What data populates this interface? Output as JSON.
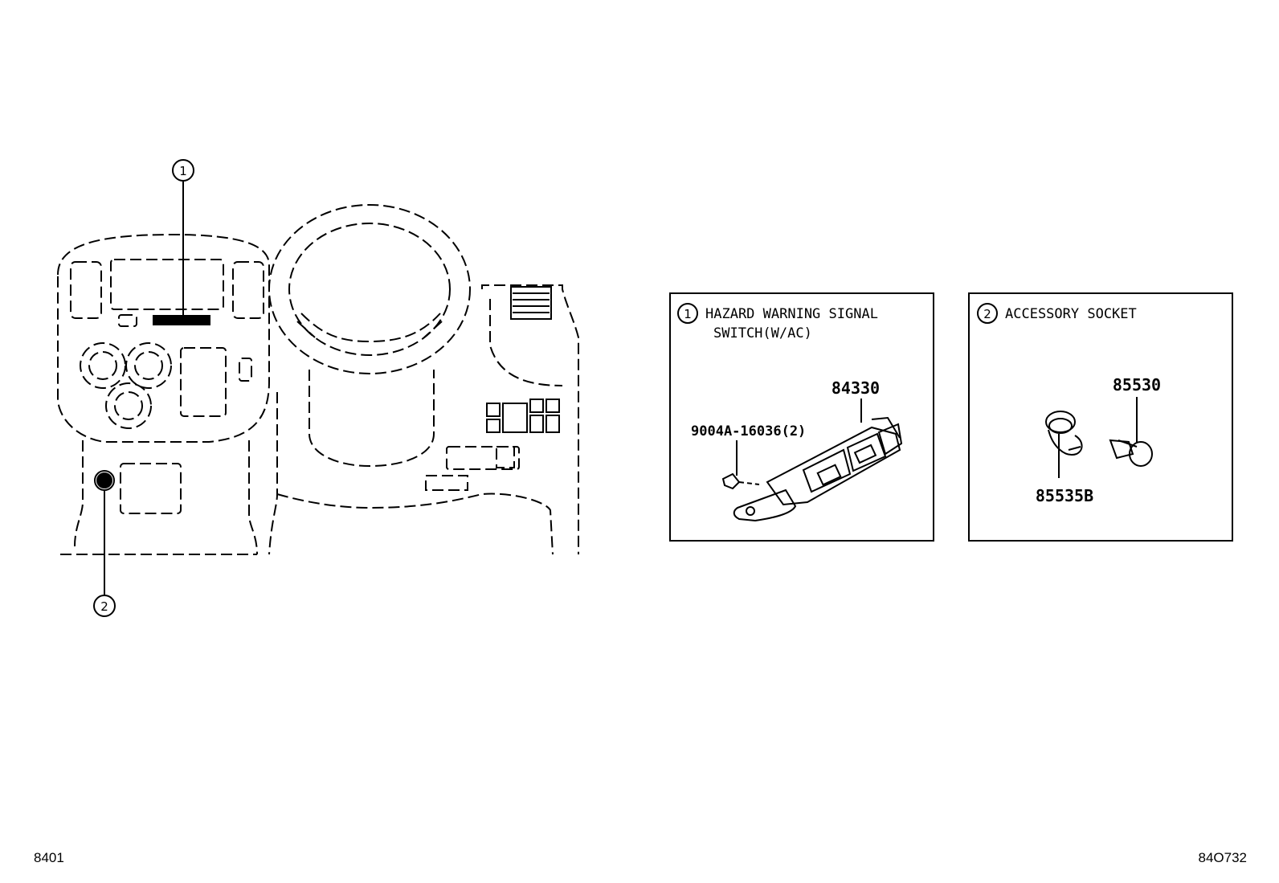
{
  "callouts": [
    {
      "num": "1"
    },
    {
      "num": "2"
    }
  ],
  "panels": [
    {
      "num": "1",
      "title_line1": "HAZARD WARNING SIGNAL",
      "title_line2": "SWITCH(W/AC)",
      "parts": [
        "84330",
        "9004A-16036(2)"
      ]
    },
    {
      "num": "2",
      "title_line1": "ACCESSORY SOCKET",
      "parts": [
        "85530",
        "85535B"
      ]
    }
  ],
  "footer": {
    "left": "8401",
    "right": "84O732"
  }
}
